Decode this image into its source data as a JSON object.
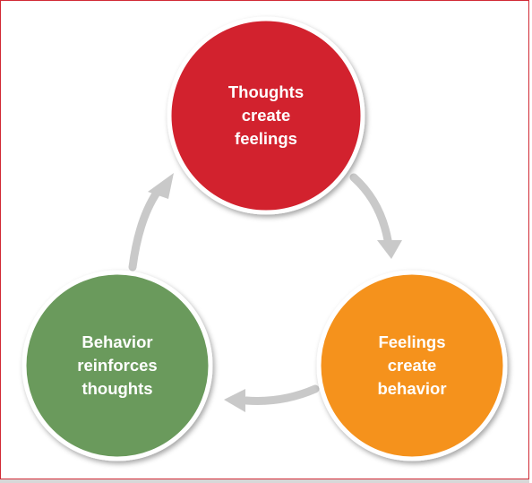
{
  "diagram": {
    "type": "cycle",
    "nodes": [
      {
        "id": "thoughts",
        "text": "Thoughts\ncreate\nfeelings",
        "color": "#d2232f"
      },
      {
        "id": "feelings",
        "text": "Feelings\ncreate\nbehavior",
        "color": "#f5921e"
      },
      {
        "id": "behavior",
        "text": "Behavior\nreinforces\nthoughts",
        "color": "#6b9a5c"
      }
    ],
    "edges": [
      {
        "from": "thoughts",
        "to": "feelings"
      },
      {
        "from": "feelings",
        "to": "behavior"
      },
      {
        "from": "behavior",
        "to": "thoughts"
      }
    ],
    "arrow_color": "#c9c9c9",
    "border_color": "#d12a35"
  }
}
